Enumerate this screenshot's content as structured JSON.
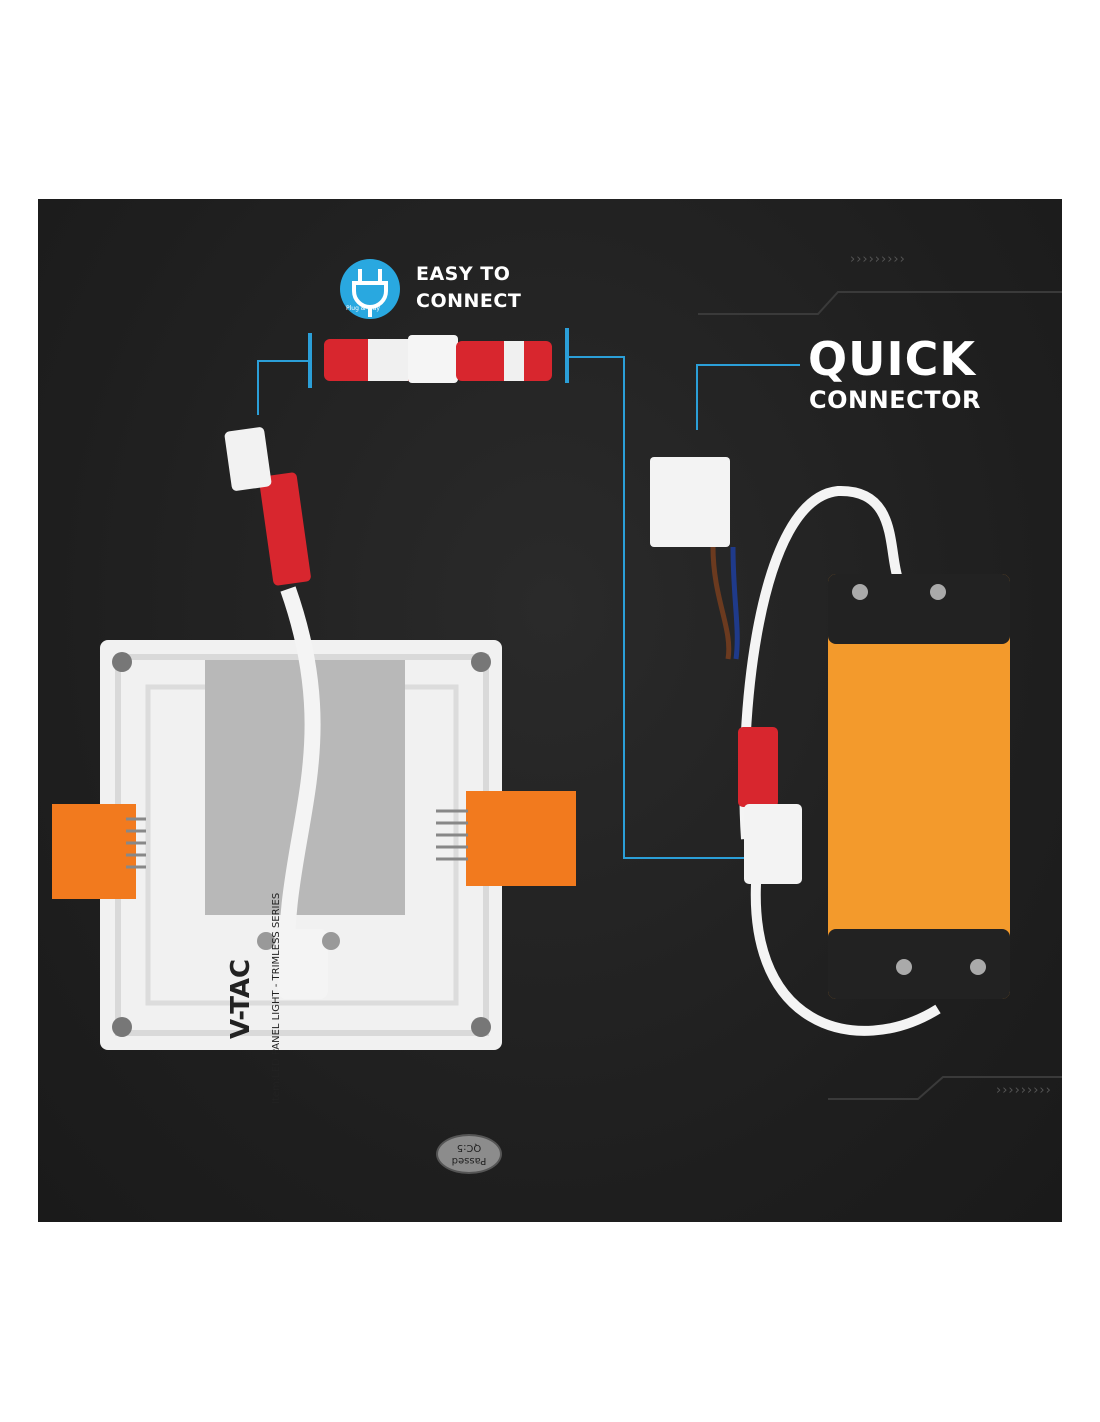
{
  "badge": {
    "icon": "plug-play-icon",
    "caption": "Plug & Play",
    "color": "#29a8e0"
  },
  "headline_left": {
    "line1": "EASY TO",
    "line2": "CONNECT"
  },
  "headline_right": {
    "line1": "QUICK",
    "line2": "CONNECTOR"
  },
  "label": {
    "brand": "V-TAC",
    "item": "Item:LED PANEL LIGHT - TRIMLESS SERIES",
    "qc_line1": "Passed",
    "qc_line2": "QC:5"
  },
  "decor": {
    "chevrons": "›››››››››"
  },
  "colors": {
    "background": "#1f1f1f",
    "accent_line": "#2b9fd8",
    "driver": "#f39a2c",
    "connector_red": "#d8262e"
  }
}
